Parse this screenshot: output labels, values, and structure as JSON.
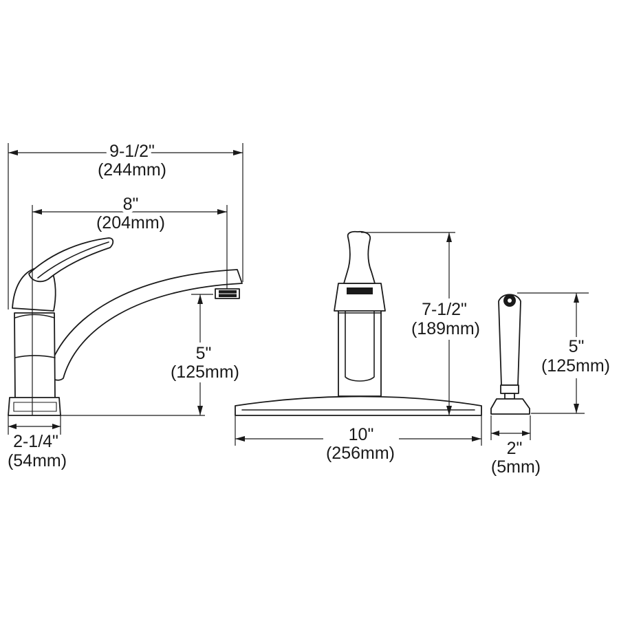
{
  "dimensions": {
    "overall_reach": {
      "imperial": "9-1/2\"",
      "metric": "(244mm)"
    },
    "spout_reach": {
      "imperial": "8\"",
      "metric": "(204mm)"
    },
    "spout_height": {
      "imperial": "5\"",
      "metric": "(125mm)"
    },
    "base_width": {
      "imperial": "2-1/4\"",
      "metric": "(54mm)"
    },
    "overall_height": {
      "imperial": "7-1/2\"",
      "metric": "(189mm)"
    },
    "deck_width": {
      "imperial": "10\"",
      "metric": "(256mm)"
    },
    "spray_height": {
      "imperial": "5\"",
      "metric": "(125mm)"
    },
    "spray_base": {
      "imperial": "2\"",
      "metric": "(5mm)"
    }
  }
}
